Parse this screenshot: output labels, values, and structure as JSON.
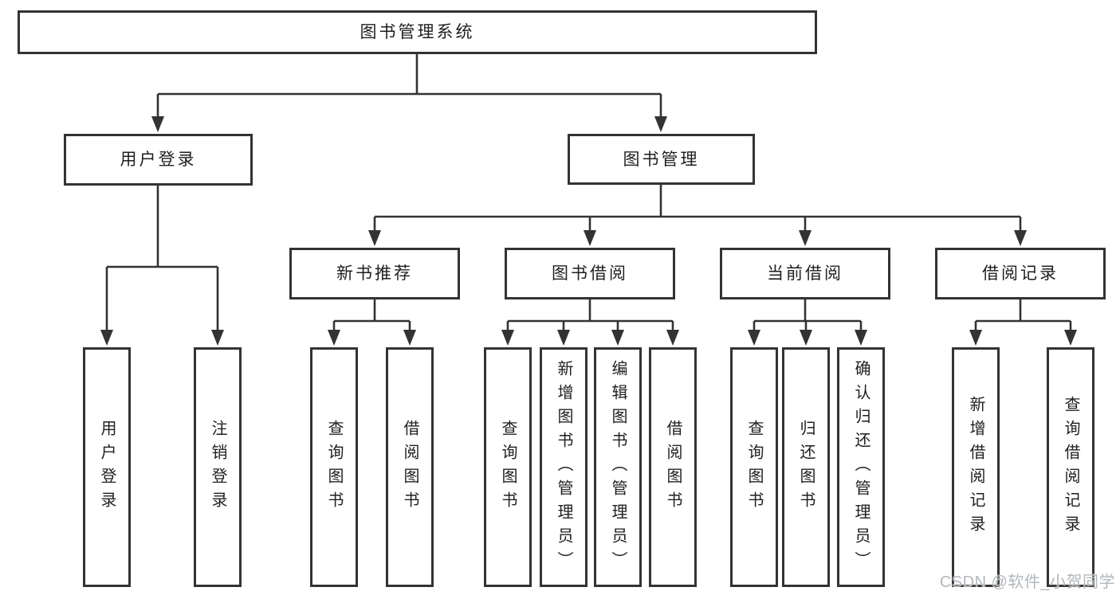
{
  "diagram": {
    "root": {
      "label": "图书管理系统"
    },
    "user_branch": {
      "label": "用户登录",
      "children": [
        {
          "label": "用户登录"
        },
        {
          "label": "注销登录"
        }
      ]
    },
    "book_branch": {
      "label": "图书管理",
      "groups": [
        {
          "label": "新书推荐",
          "children": [
            {
              "label": "查询图书"
            },
            {
              "label": "借阅图书"
            }
          ]
        },
        {
          "label": "图书借阅",
          "children": [
            {
              "label": "查询图书"
            },
            {
              "label": "新增图书（管理员）"
            },
            {
              "label": "编辑图书（管理员）"
            },
            {
              "label": "借阅图书"
            }
          ]
        },
        {
          "label": "当前借阅",
          "children": [
            {
              "label": "查询图书"
            },
            {
              "label": "归还图书"
            },
            {
              "label": "确认归还（管理员）"
            }
          ]
        },
        {
          "label": "借阅记录",
          "children": [
            {
              "label": "新增借阅记录"
            },
            {
              "label": "查询借阅记录"
            }
          ]
        }
      ]
    }
  },
  "watermark": "CSDN @软件_小贺同学",
  "colors": {
    "line": "#333333",
    "box_border": "#333333",
    "box_fill": "#ffffff",
    "text": "#1f1f1f",
    "watermark_text": "#b3b7bb"
  }
}
